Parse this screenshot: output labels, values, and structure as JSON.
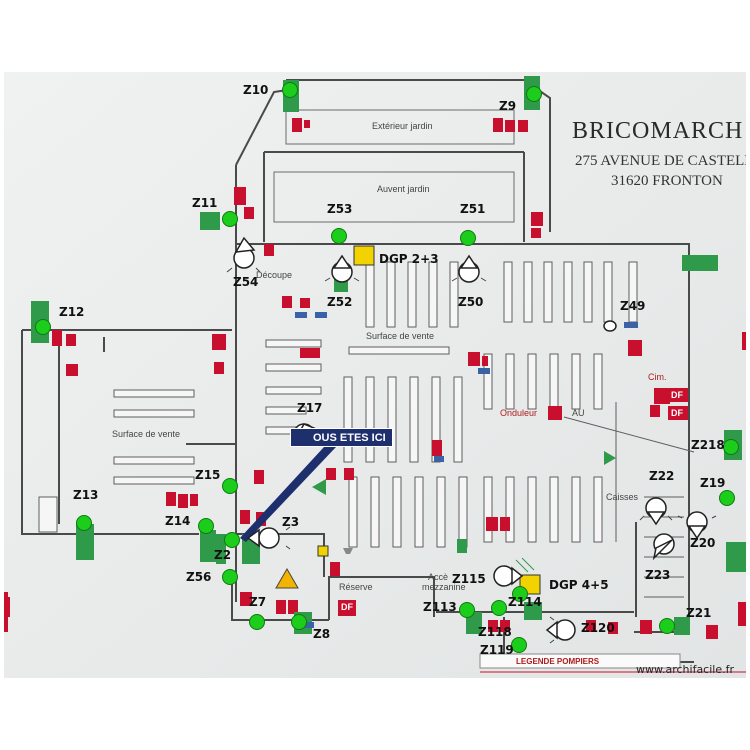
{
  "header": {
    "store_name": "BRICOMARCH",
    "address_line1": "275 AVENUE DE CASTELN",
    "address_line2": "31620 FRONTON"
  },
  "plan_labels": {
    "exterieur_jardin": "Extérieur jardin",
    "auvent_jardin": "Auvent jardin",
    "decoupe": "Découpe",
    "surface_vente_main": "Surface de vente",
    "surface_vente_left": "Surface de vente",
    "reserve": "Réserve",
    "acces_mezzanine_1": "Accè",
    "acces_mezzanine_2": "mezzanine",
    "caisses": "Caisses",
    "onduleur": "Onduleur",
    "au": "AU",
    "df1": "DF",
    "df2": "DF",
    "df3": "DF",
    "cim": "Cim.",
    "vous_etes_ici": "OUS ETES ICI",
    "legende": "LEGENDE POMPIERS"
  },
  "zones": [
    {
      "id": "Z10",
      "label": "Z10"
    },
    {
      "id": "Z9",
      "label": "Z9"
    },
    {
      "id": "Z11",
      "label": "Z11"
    },
    {
      "id": "Z53",
      "label": "Z53"
    },
    {
      "id": "Z51",
      "label": "Z51"
    },
    {
      "id": "Z54",
      "label": "Z54"
    },
    {
      "id": "Z52",
      "label": "Z52"
    },
    {
      "id": "Z50",
      "label": "Z50"
    },
    {
      "id": "Z12",
      "label": "Z12"
    },
    {
      "id": "Z49",
      "label": "Z49"
    },
    {
      "id": "Z17",
      "label": "Z17"
    },
    {
      "id": "Z218",
      "label": "Z218"
    },
    {
      "id": "Z15",
      "label": "Z15"
    },
    {
      "id": "Z22",
      "label": "Z22"
    },
    {
      "id": "Z19",
      "label": "Z19"
    },
    {
      "id": "Z13",
      "label": "Z13"
    },
    {
      "id": "Z14",
      "label": "Z14"
    },
    {
      "id": "Z3",
      "label": "Z3"
    },
    {
      "id": "Z2",
      "label": "Z2"
    },
    {
      "id": "Z20",
      "label": "Z20"
    },
    {
      "id": "Z23",
      "label": "Z23"
    },
    {
      "id": "Z56",
      "label": "Z56"
    },
    {
      "id": "Z115",
      "label": "Z115"
    },
    {
      "id": "Z114",
      "label": "Z114"
    },
    {
      "id": "Z7",
      "label": "Z7"
    },
    {
      "id": "Z113",
      "label": "Z113"
    },
    {
      "id": "Z8",
      "label": "Z8"
    },
    {
      "id": "Z118",
      "label": "Z118"
    },
    {
      "id": "Z120",
      "label": "Z120"
    },
    {
      "id": "Z21",
      "label": "Z21"
    },
    {
      "id": "Z119",
      "label": "Z119"
    }
  ],
  "panels": {
    "dgp1": "DGP 2+3",
    "dgp2": "DGP 4+5"
  },
  "watermark": "www.archifacile.fr",
  "colors": {
    "sensor_green": "#1ccd1c",
    "panel_yellow": "#f2d200",
    "plan_blue": "#1e2f6e",
    "exit_green": "#2e9a4a",
    "fire_red": "#c8102e"
  }
}
